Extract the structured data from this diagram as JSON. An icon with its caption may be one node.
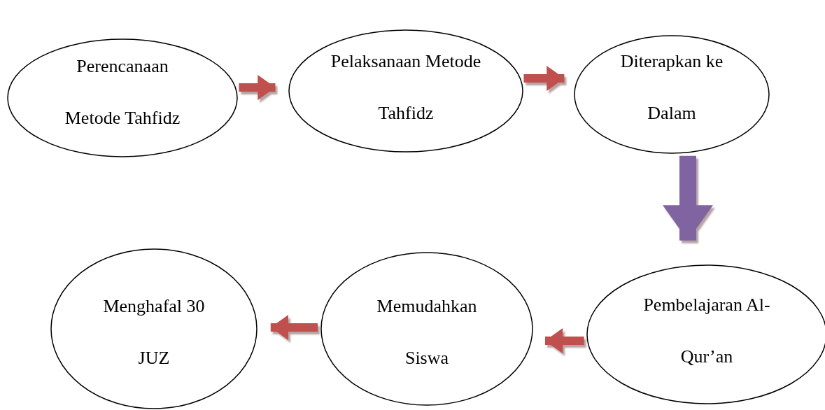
{
  "diagram": {
    "nodes": [
      {
        "text": [
          "Perencanaan Metode Tahfidz"
        ]
      },
      {
        "text": [
          "Pelaksanaan Metode Tahfidz"
        ]
      },
      {
        "text": [
          "Diterapkan ke Dalam"
        ]
      },
      {
        "text": [
          "Pembelajaran Al-Qur’an"
        ]
      },
      {
        "text": [
          "Memudahkan Siswa"
        ]
      },
      {
        "text": [
          "Menghafal 30 JUZ"
        ]
      }
    ],
    "edges": [
      {
        "from": 0,
        "to": 1,
        "arrow": "to"
      },
      {
        "from": 1,
        "to": 2,
        "arrow": "to"
      },
      {
        "from": 2,
        "to": 3,
        "arrow": "to",
        "style": "thick",
        "color": "#8064a2"
      },
      {
        "from": 3,
        "to": 4,
        "arrow": "to"
      },
      {
        "from": 4,
        "to": 5,
        "arrow": "to"
      }
    ]
  }
}
